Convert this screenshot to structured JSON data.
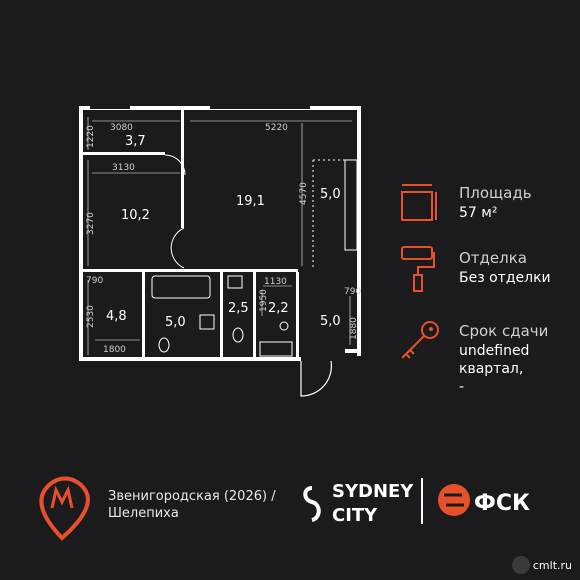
{
  "plan": {
    "dims": [
      "3080",
      "5220",
      "1220",
      "3130",
      "3270",
      "4570",
      "790",
      "2530",
      "1800",
      "1950",
      "1130",
      "790",
      "1880"
    ],
    "rooms": [
      "3,7",
      "10,2",
      "19,1",
      "5,0",
      "4,8",
      "5,0",
      "2,5",
      "2,2",
      "5,0"
    ]
  },
  "info": {
    "area_label": "Площадь",
    "area_value": "57 м²",
    "finish_label": "Отделка",
    "finish_value": "Без отделки",
    "deadline_label": "Срок сдачи",
    "deadline_line1": "undefined",
    "deadline_line2": "квартал,",
    "deadline_line3": "-"
  },
  "footer": {
    "metro_line1": "Звенигородская (2026) /",
    "metro_line2": "Шелепиха",
    "project_line1": "SYDNEY",
    "project_line2": "CITY",
    "developer": "ФСК"
  },
  "watermark": "cmlt.ru",
  "colors": {
    "accent": "#e8502a",
    "background": "#1b1b1d",
    "wall": "#ffffff"
  }
}
